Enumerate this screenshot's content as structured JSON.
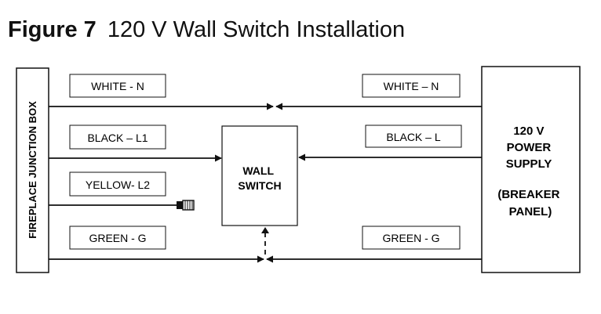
{
  "title": {
    "figure_number": "Figure 7",
    "figure_name": "120 V Wall Switch Installation"
  },
  "boxes": {
    "junction_box": "FIREPLACE JUNCTION BOX",
    "wall_switch": [
      "WALL",
      "SWITCH"
    ],
    "power_supply": [
      "120 V",
      "POWER",
      "SUPPLY",
      "",
      "(BREAKER",
      "PANEL)"
    ]
  },
  "wire_labels": {
    "left_white": "WHITE - N",
    "left_black": "BLACK – L1",
    "left_yellow": "YELLOW- L2",
    "left_green": "GREEN - G",
    "right_white": "WHITE – N",
    "right_black": "BLACK – L",
    "right_green": "GREEN - G"
  },
  "colors": {
    "line": "#111111",
    "background": "#ffffff"
  }
}
